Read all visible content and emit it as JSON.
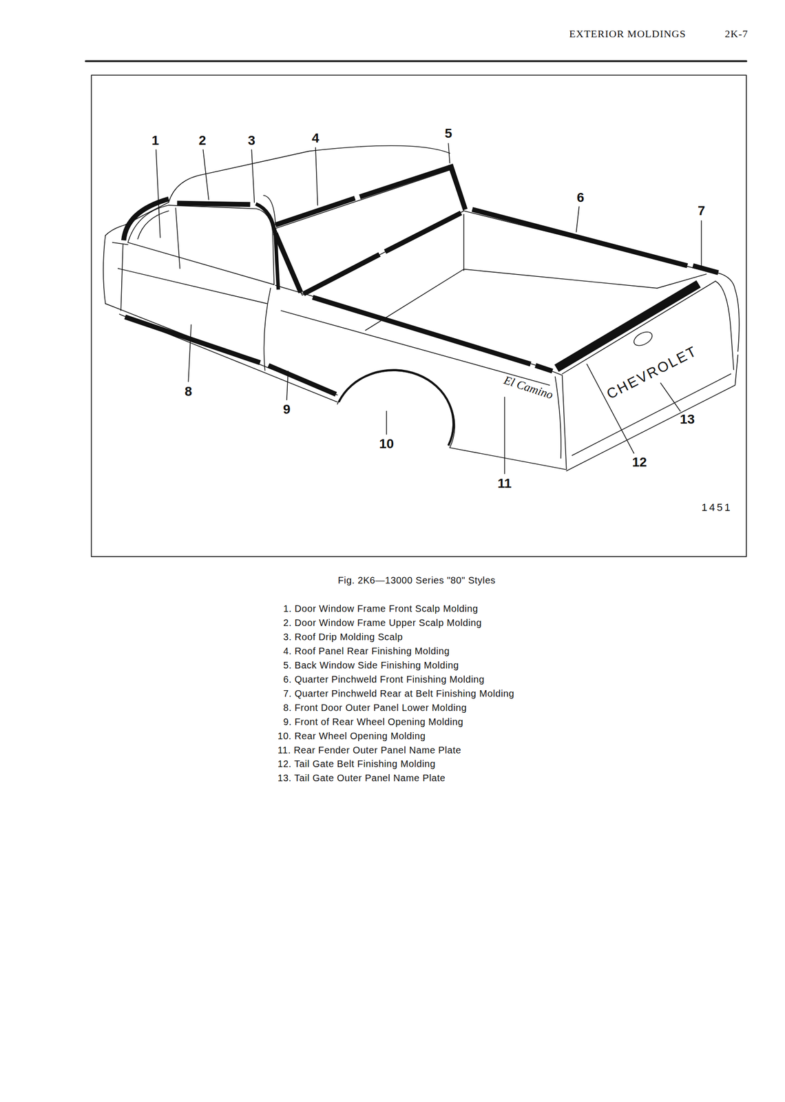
{
  "diagram": {
    "caption": "Fig. 2K6—13000 Series \"80\" Styles",
    "labels": [
      "EXTERIOR MOLDINGS",
      "2K-7",
      "1",
      "2",
      "3",
      "4",
      "5",
      "6",
      "7",
      "8",
      "9",
      "10",
      "11",
      "12",
      "13",
      "El Camino",
      "CHEVROLET",
      "1451",
      "1. Door Window Frame Front Scalp Molding",
      "2. Door Window Frame Upper Scalp Molding",
      "3. Roof Drip Molding Scalp",
      "4. Roof Panel Rear Finishing Molding",
      "5. Back Window Side Finishing Molding",
      "6. Quarter Pinchweld Front Finishing Molding",
      "7. Quarter Pinchweld Rear at Belt Finishing Molding",
      "8. Front Door Outer Panel Lower Molding",
      "9. Front of Rear Wheel Opening Molding",
      "10. Rear Wheel Opening Molding",
      "11. Rear Fender Outer Panel Name Plate",
      "12. Tail Gate Belt Finishing Molding",
      "13. Tail Gate Outer Panel Name Plate"
    ]
  }
}
